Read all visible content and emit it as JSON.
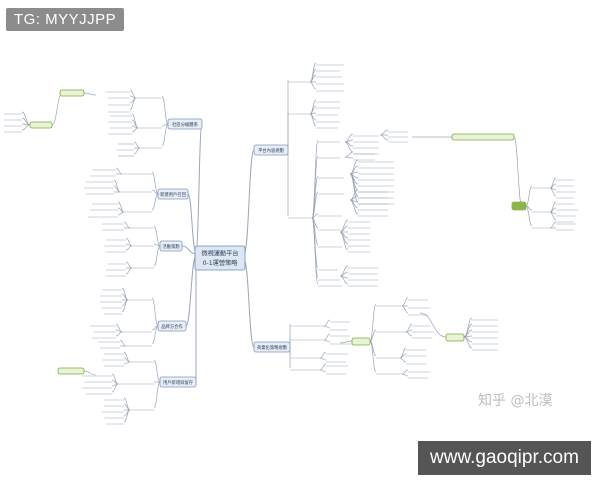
{
  "watermark_top": "TG: MYYJJPP",
  "watermark_right": "知乎 @北漠",
  "watermark_bottom": "www.gaoqipr.com",
  "colors": {
    "center_fill": "#dde7f3",
    "center_stroke": "#6f8ab7",
    "branch_fill": "#e8eef6",
    "branch_stroke": "#7f98c0",
    "accent_fill": "#e9f3d9",
    "accent_stroke": "#7caa3e",
    "accent_dark": "#8bb54a",
    "line": "#9aa7b9"
  },
  "center": {
    "line1": "微視運動平台",
    "line2": "0-1運營策略"
  },
  "branches": [
    {
      "label": "平台內容規劃"
    },
    {
      "label": "社區分級體系"
    },
    {
      "label": "新建用戶召回"
    },
    {
      "label": "活動策劃"
    },
    {
      "label": "品牌方合作"
    },
    {
      "label": "用戶新增與留存"
    },
    {
      "label": "商業化策略規劃"
    }
  ]
}
